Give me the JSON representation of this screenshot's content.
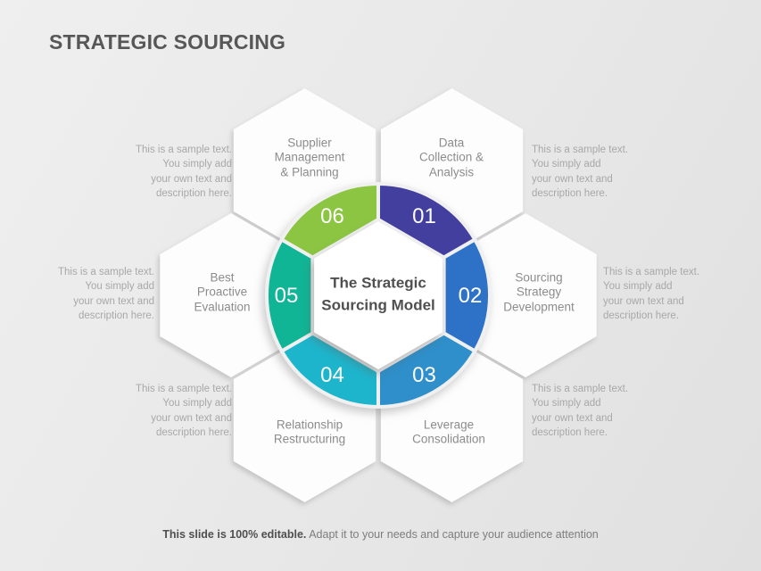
{
  "slide": {
    "title": "STRATEGIC SOURCING",
    "footer": {
      "bold": "This slide is 100% editable.",
      "text": "Adapt it to your needs and capture your audience attention"
    },
    "background_color": "#e9e9e9"
  },
  "diagram": {
    "center_label": "The Strategic\nSourcing Model",
    "sample_text": "This is a sample  text.\nYou simply  add\nyour own text and\ndescription here.",
    "number_text_color": "#ffffff",
    "steps": [
      {
        "num": "01",
        "label": "Data\nCollection &\nAnalysis",
        "color": "#433f9e"
      },
      {
        "num": "02",
        "label": "Sourcing\nStrategy\nDevelopment",
        "color": "#2e72c7"
      },
      {
        "num": "03",
        "label": "Leverage\nConsolidation",
        "color": "#2e8fca"
      },
      {
        "num": "04",
        "label": "Relationship\nRestructuring",
        "color": "#1db5cc"
      },
      {
        "num": "05",
        "label": "Best\nProactive\nEvaluation",
        "color": "#10b595"
      },
      {
        "num": "06",
        "label": "Supplier\nManagement\n& Planning",
        "color": "#8bc541"
      }
    ]
  }
}
